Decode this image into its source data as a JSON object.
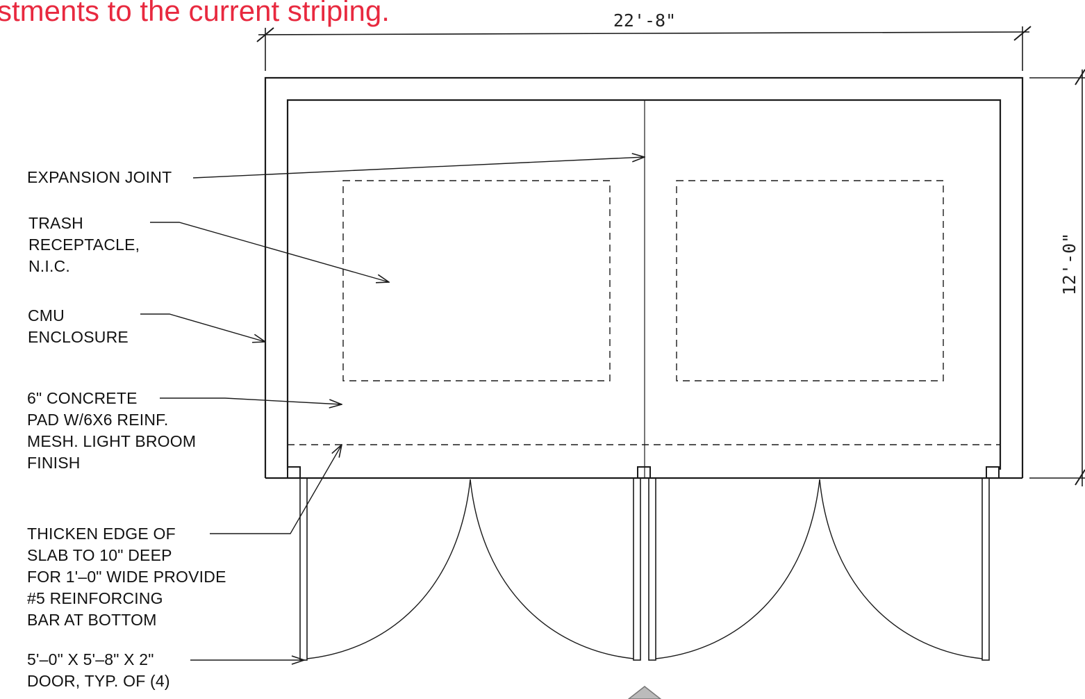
{
  "banner": {
    "text": "stments to the current striping.",
    "color": "#e8293f"
  },
  "dimensions": {
    "width": "22'-8\"",
    "depth": "12'-0\""
  },
  "notes": {
    "expansion_joint": [
      "EXPANSION  JOINT"
    ],
    "trash_receptacle": [
      "TRASH",
      "RECEPTACLE,",
      "N.I.C."
    ],
    "cmu_enclosure": [
      "CMU",
      "ENCLOSURE"
    ],
    "concrete_pad": [
      "6\" CONCRETE",
      "PAD  W/6X6  REINF.",
      "MESH. LIGHT  BROOM",
      "FINISH"
    ],
    "thicken_edge": [
      "THICKEN  EDGE  OF",
      "SLAB  TO  10\"  DEEP",
      "FOR  1'–0\"  WIDE  PROVIDE",
      "#5  REINFORCING",
      "BAR  AT  BOTTOM"
    ],
    "door": [
      "5'–0\"  X  5'–8\"  X  2\"",
      "DOOR, TYP. OF  (4)"
    ]
  },
  "colors": {
    "line": "#1a1a1a",
    "annotation": "#e8293f"
  }
}
